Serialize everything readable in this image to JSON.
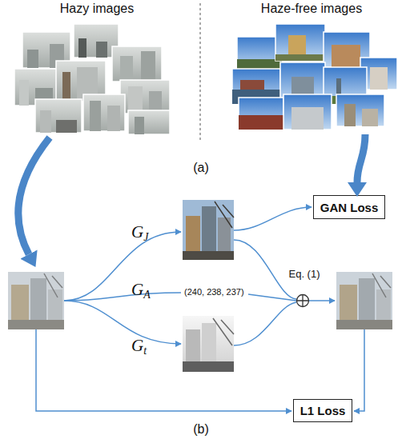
{
  "diagram": {
    "nodes": [
      {
        "text": [
          "Hazy images"
        ]
      },
      {
        "text": [
          "Haze-free images"
        ]
      },
      {
        "text": [
          "GAN Loss"
        ]
      },
      {
        "text": [
          "L1 Loss"
        ]
      }
    ],
    "edges": [
      {
        "from": 1,
        "to": 2,
        "arrow": "to"
      }
    ],
    "labels": [
      "(a)",
      "GJ",
      "GA",
      "(240, 238, 237)",
      "Gt",
      "Eq. (1)",
      "(b)"
    ]
  }
}
